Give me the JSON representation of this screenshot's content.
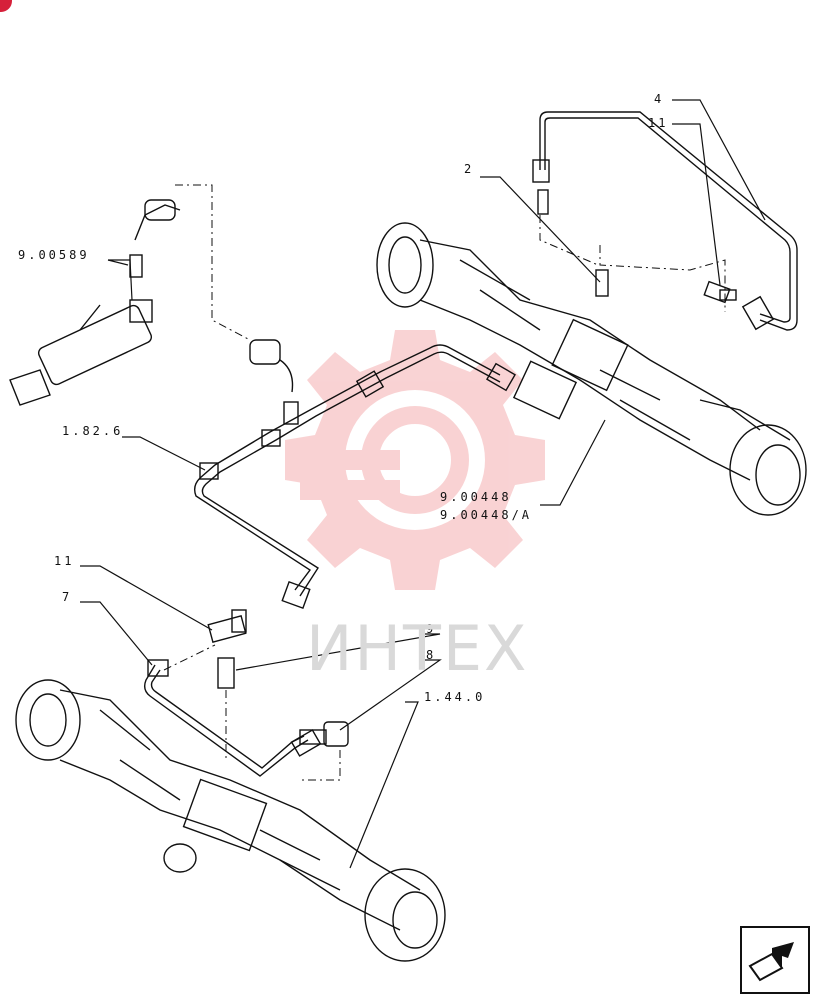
{
  "labels": {
    "l4": "4",
    "l11_top": "11",
    "l2": "2",
    "l9_00589": "9.00589",
    "l1_82_6": "1.82.6",
    "l9_00448": "9.00448",
    "l9_00448A": "9.00448/A",
    "l11_mid": "11",
    "l7": "7",
    "l9": "9",
    "l8": "8",
    "l1_44_0": "1.44.0"
  },
  "watermark": {
    "text": "ИНТЕХ",
    "color": "#e5383b"
  },
  "colors": {
    "line": "#111111",
    "badge": "#d6203a"
  },
  "icons": {
    "nav": "next-page-arrow-icon"
  }
}
